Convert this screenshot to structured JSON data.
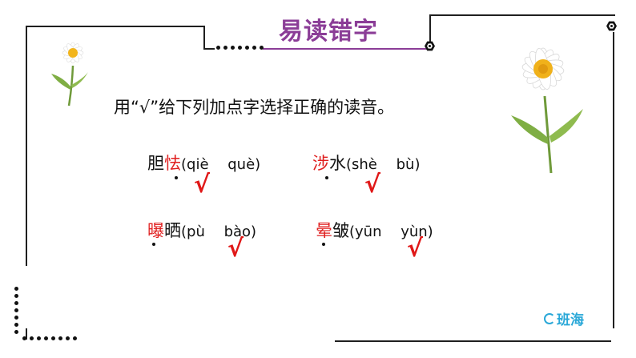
{
  "slide": {
    "title": "易读错字",
    "instruction": "用“√”给下列加点字选择正确的读音。",
    "items": [
      {
        "red": "",
        "plain_before": "胆",
        "red_char": "怯",
        "plain_after": "",
        "pinyin": "(qiè　 què)"
      },
      {
        "red": "",
        "plain_before": "",
        "red_char": "涉",
        "plain_after": "水",
        "pinyin": "(shè　 bù)"
      },
      {
        "red": "",
        "plain_before": "",
        "red_char": "曝",
        "plain_after": "晒",
        "pinyin": "(pù　 bào)"
      },
      {
        "red": "",
        "plain_before": "",
        "red_char": "晕",
        "plain_after": "皱",
        "pinyin": "(yūn　 yùn)"
      }
    ],
    "check_mark": "√",
    "logo_text": "班海",
    "colors": {
      "title": "#8b3d97",
      "highlight": "#e02020",
      "check": "#e01818",
      "logo": "#2aa8d8"
    },
    "decor_icons": [
      "daisy-flower-icon",
      "hexagon-node-icon"
    ]
  }
}
